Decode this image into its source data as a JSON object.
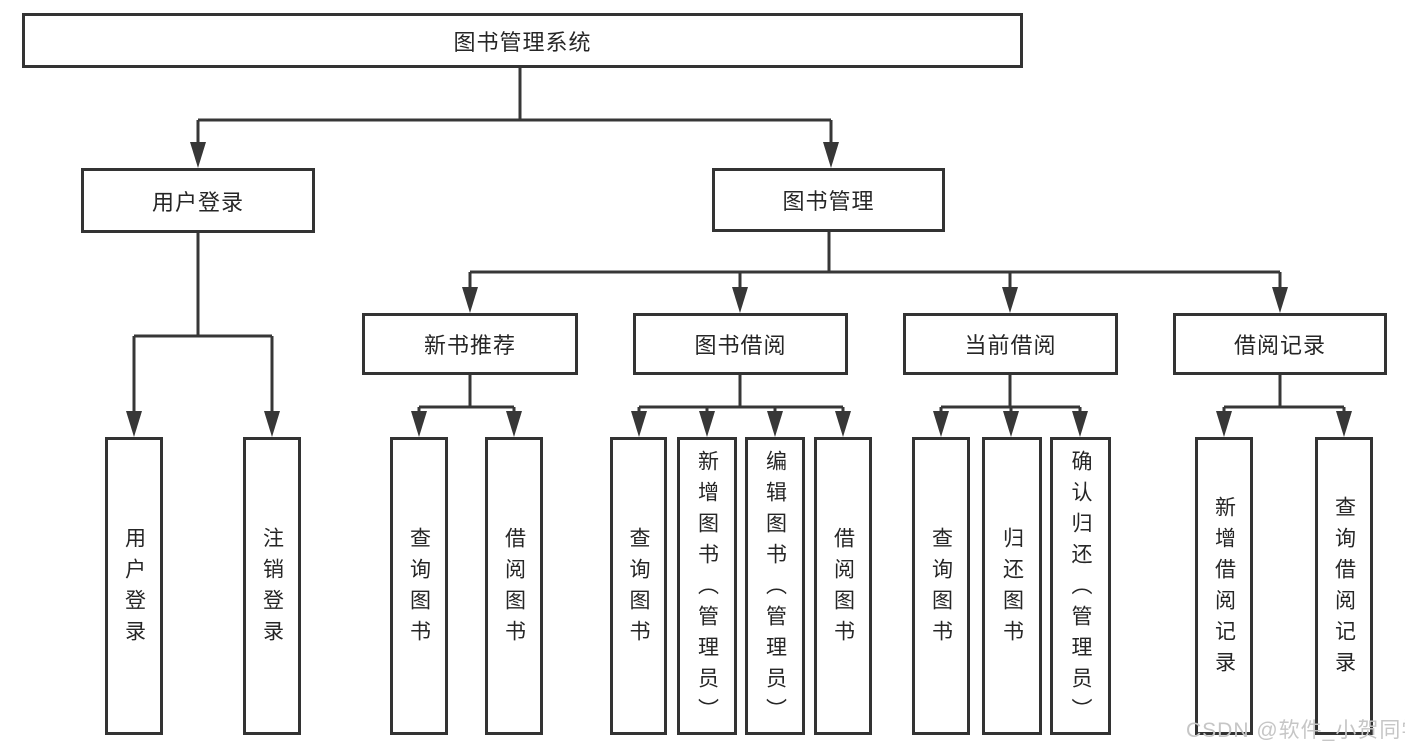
{
  "title": "图书管理系统",
  "tree": {
    "root": {
      "label": "图书管理系统"
    },
    "branches": [
      {
        "label": "用户登录",
        "children": [
          {
            "label": "用户登录"
          },
          {
            "label": "注销登录"
          }
        ]
      },
      {
        "label": "图书管理",
        "children": [
          {
            "label": "新书推荐",
            "children": [
              {
                "label": "查询图书"
              },
              {
                "label": "借阅图书"
              }
            ]
          },
          {
            "label": "图书借阅",
            "children": [
              {
                "label": "查询图书"
              },
              {
                "label": "新增图书（管理员）"
              },
              {
                "label": "编辑图书（管理员）"
              },
              {
                "label": "借阅图书"
              }
            ]
          },
          {
            "label": "当前借阅",
            "children": [
              {
                "label": "查询图书"
              },
              {
                "label": "归还图书"
              },
              {
                "label": "确认归还（管理员）"
              }
            ]
          },
          {
            "label": "借阅记录",
            "children": [
              {
                "label": "新增借阅记录"
              },
              {
                "label": "查询借阅记录"
              }
            ]
          }
        ]
      }
    ]
  },
  "colors": {
    "line": "#373737",
    "box_border": "#333333",
    "text": "#262626",
    "watermark": "#c6c6c6"
  },
  "watermark": "CSDN @软件_小贺同学"
}
